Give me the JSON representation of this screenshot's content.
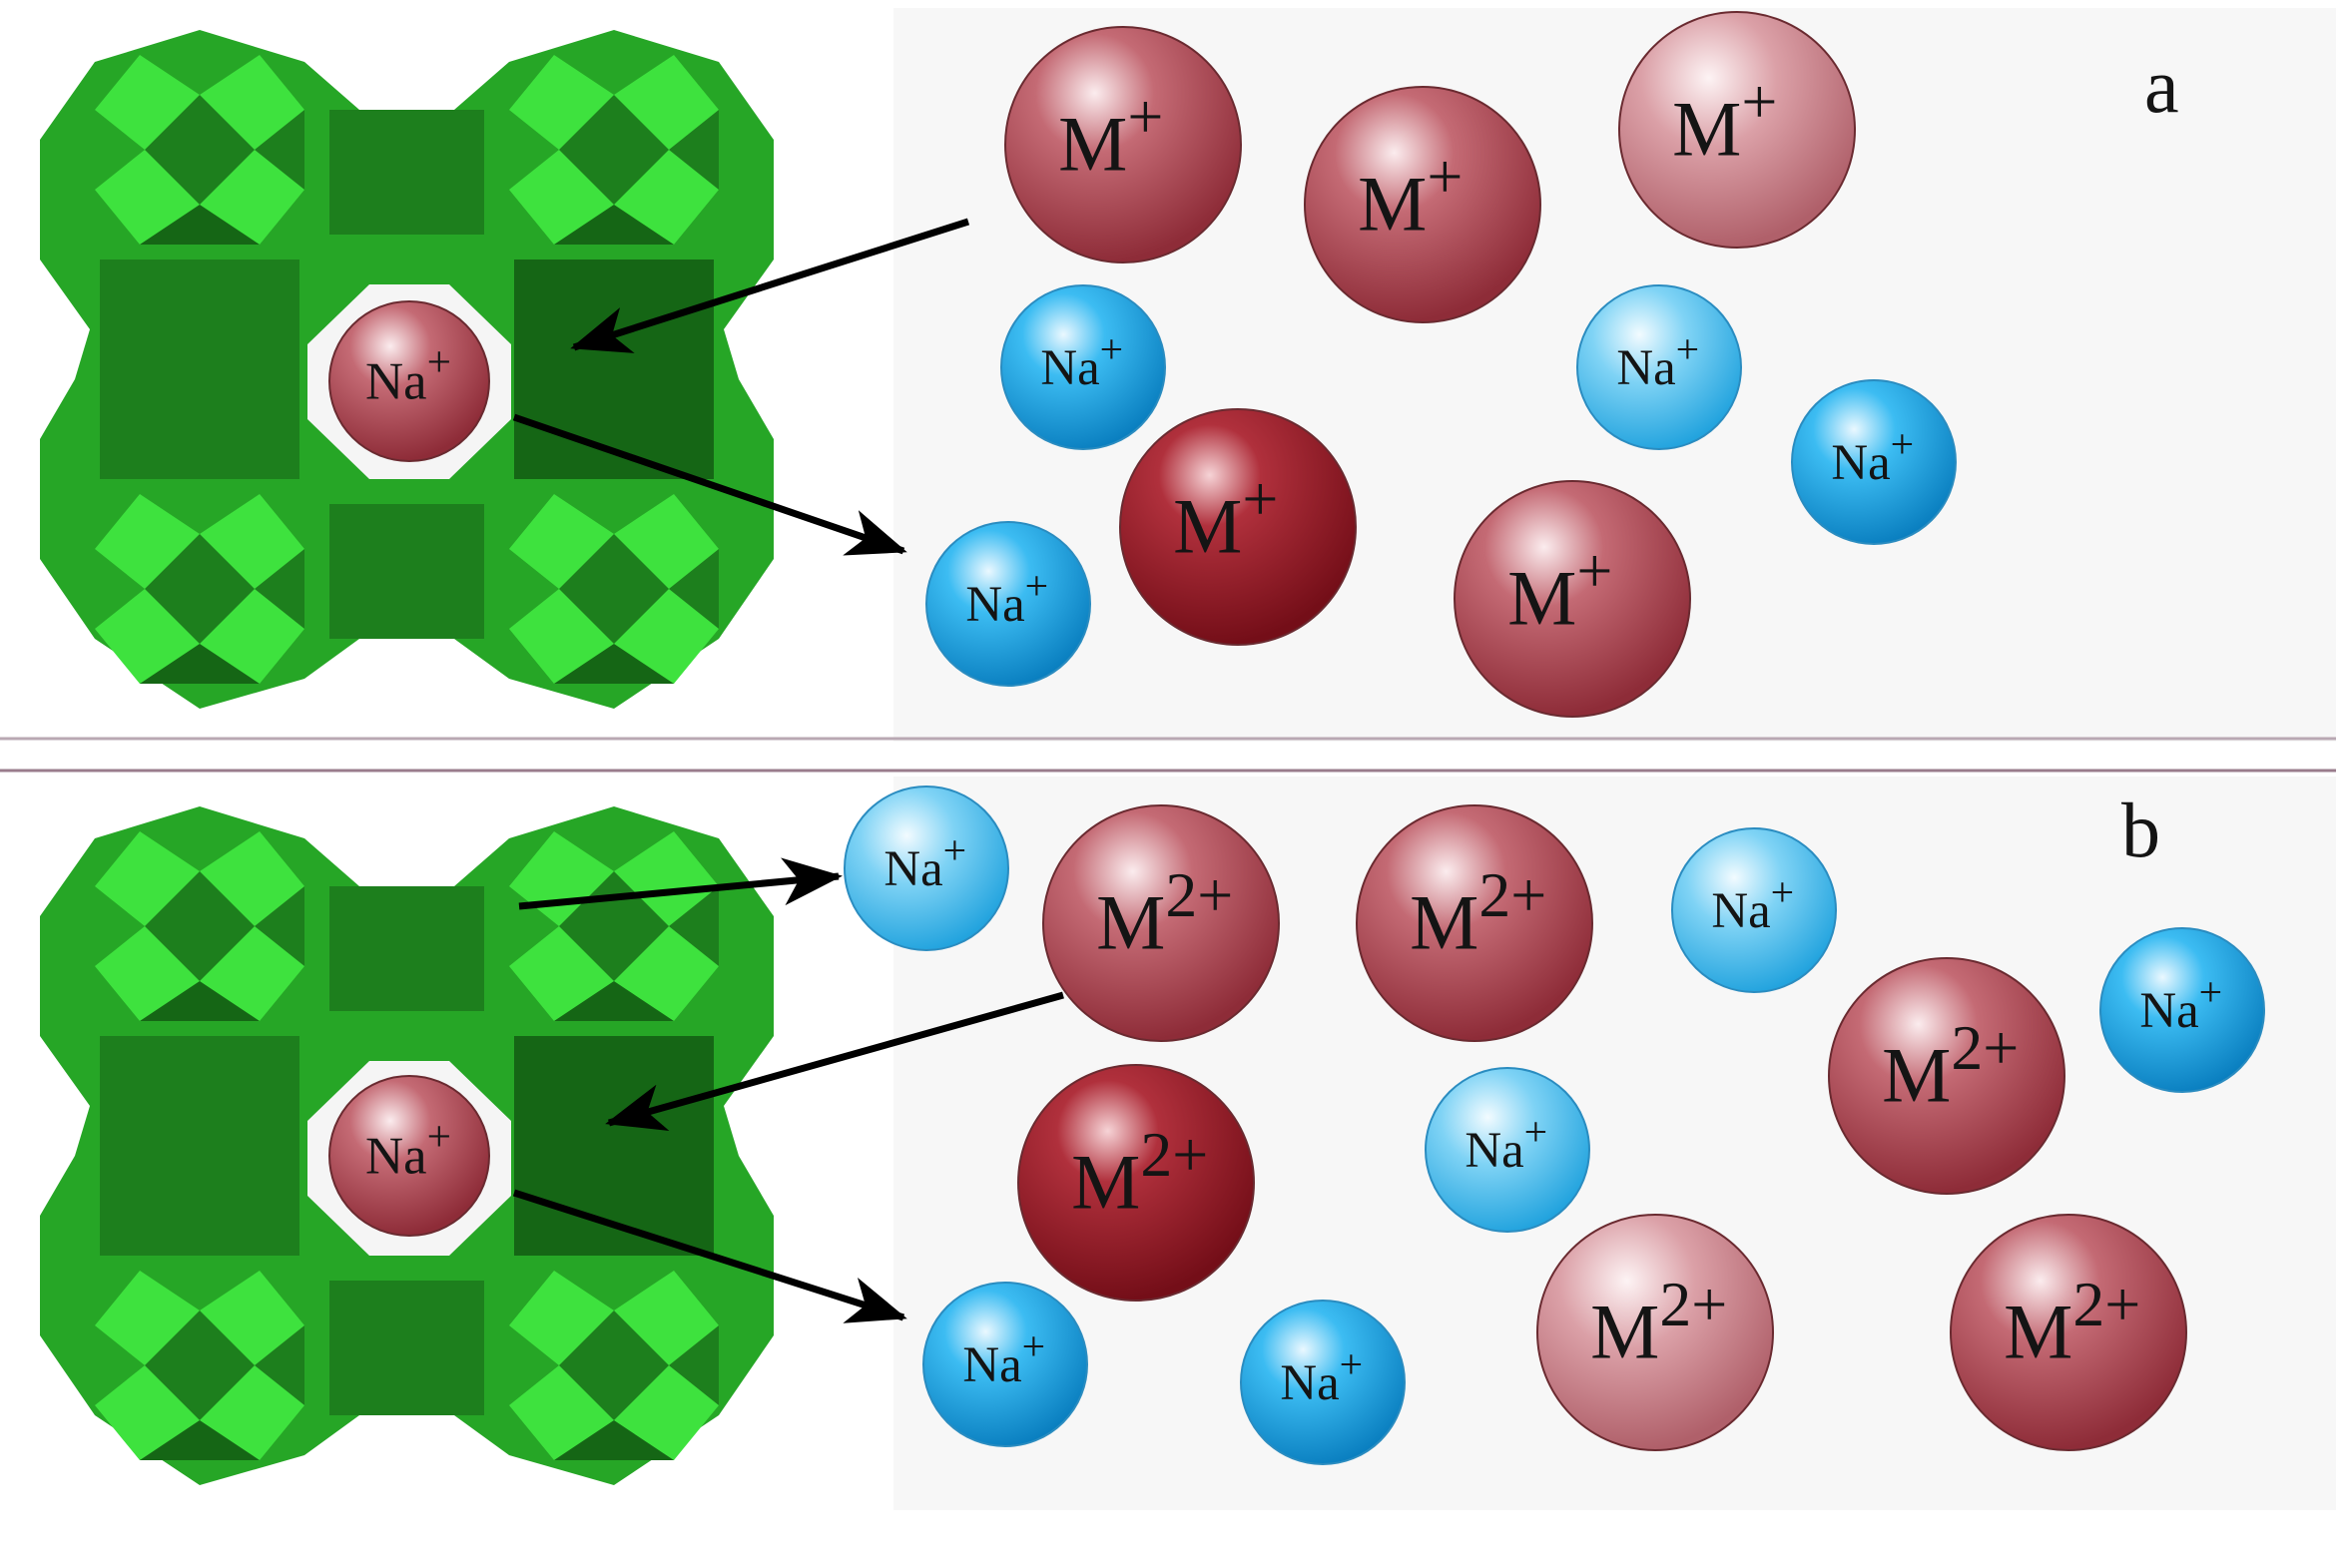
{
  "colors": {
    "zeolite_dark": "#1d7f1d",
    "zeolite_mid": "#26a626",
    "zeolite_light": "#3ee23e",
    "sodium_ion": "#1aa6e3",
    "monovalent_ion": "#b85c66",
    "divalent_ion": "#a83240",
    "divider": "#9a7c8c"
  },
  "panels": [
    {
      "label": "a",
      "cage_ion": {
        "symbol": "Na",
        "charge": "+"
      },
      "ions": [
        {
          "kind": "metal",
          "symbol": "M",
          "charge": "+"
        },
        {
          "kind": "metal",
          "symbol": "M",
          "charge": "+"
        },
        {
          "kind": "metal",
          "symbol": "M",
          "charge": "+"
        },
        {
          "kind": "sodium",
          "symbol": "Na",
          "charge": "+"
        },
        {
          "kind": "sodium",
          "symbol": "Na",
          "charge": "+"
        },
        {
          "kind": "sodium",
          "symbol": "Na",
          "charge": "+"
        },
        {
          "kind": "metal",
          "symbol": "M",
          "charge": "+"
        },
        {
          "kind": "sodium",
          "symbol": "Na",
          "charge": "+"
        },
        {
          "kind": "metal",
          "symbol": "M",
          "charge": "+"
        }
      ]
    },
    {
      "label": "b",
      "cage_ion": {
        "symbol": "Na",
        "charge": "+"
      },
      "ions": [
        {
          "kind": "sodium",
          "symbol": "Na",
          "charge": "+"
        },
        {
          "kind": "metal",
          "symbol": "M",
          "charge": "2+"
        },
        {
          "kind": "metal",
          "symbol": "M",
          "charge": "2+"
        },
        {
          "kind": "sodium",
          "symbol": "Na",
          "charge": "+"
        },
        {
          "kind": "sodium",
          "symbol": "Na",
          "charge": "+"
        },
        {
          "kind": "metal",
          "symbol": "M",
          "charge": "2+"
        },
        {
          "kind": "metal",
          "symbol": "M",
          "charge": "2+"
        },
        {
          "kind": "sodium",
          "symbol": "Na",
          "charge": "+"
        },
        {
          "kind": "metal",
          "symbol": "M",
          "charge": "2+"
        },
        {
          "kind": "sodium",
          "symbol": "Na",
          "charge": "+"
        },
        {
          "kind": "sodium",
          "symbol": "Na",
          "charge": "+"
        },
        {
          "kind": "metal",
          "symbol": "M",
          "charge": "2+"
        }
      ]
    }
  ]
}
